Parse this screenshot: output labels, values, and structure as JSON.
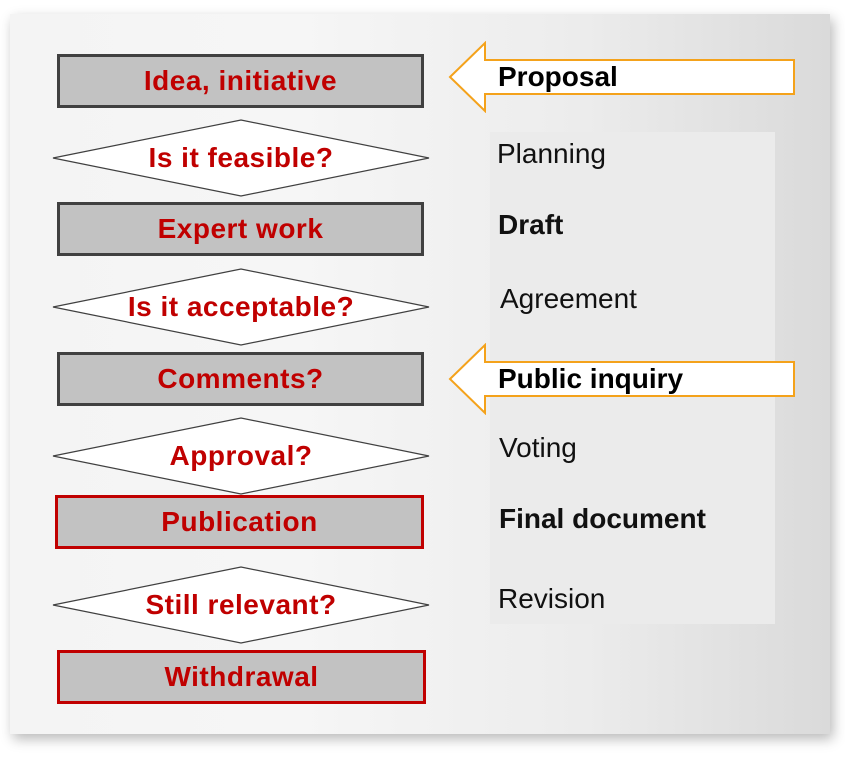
{
  "colors": {
    "accent_red": "#c00000",
    "box_fill": "#c2c2c2",
    "box_border_dark": "#404040",
    "arrow_border": "#f4a21b"
  },
  "flow": {
    "step1": "Idea, initiative",
    "decision1": "Is it feasible?",
    "step2": "Expert work",
    "decision2": "Is it acceptable?",
    "step3": "Comments?",
    "decision3": "Approval?",
    "step4": "Publication",
    "decision4": "Still relevant?",
    "step5": "Withdrawal"
  },
  "stages": {
    "proposal": "Proposal",
    "planning": "Planning",
    "draft": "Draft",
    "agreement": "Agreement",
    "public_inquiry": "Public inquiry",
    "voting": "Voting",
    "final_document": "Final document",
    "revision": "Revision"
  }
}
